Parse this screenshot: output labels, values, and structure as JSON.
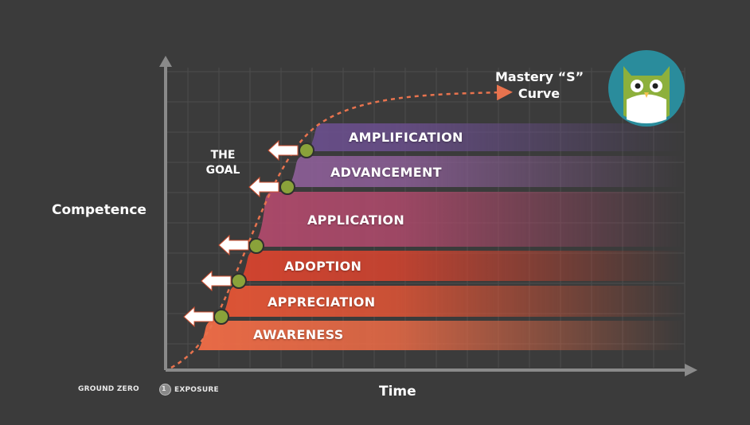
{
  "diagram": {
    "title_line1": "Mastery “S”",
    "title_line2": "Curve",
    "y_axis_label": "Competence",
    "x_axis_label": "Time",
    "goal_line1": "THE",
    "goal_line2": "GOAL",
    "ground_zero": "GROUND ZERO",
    "exposure_number": "1",
    "exposure": "EXPOSURE",
    "stages": [
      {
        "label": "AMPLIFICATION",
        "color": "#6b4f8e"
      },
      {
        "label": "ADVANCEMENT",
        "color": "#8d5f98"
      },
      {
        "label": "APPLICATION",
        "color": "#b04a6c"
      },
      {
        "label": "ADOPTION",
        "color": "#d8442f"
      },
      {
        "label": "APPRECIATION",
        "color": "#e35536"
      },
      {
        "label": "AWARENESS",
        "color": "#ec6b46"
      }
    ],
    "colors": {
      "background": "#3b3b3b",
      "curve": "#e8734e",
      "milestone": "#8aa23a",
      "logo_bg": "#2a8c9c",
      "owl_green": "#8db03c"
    }
  }
}
